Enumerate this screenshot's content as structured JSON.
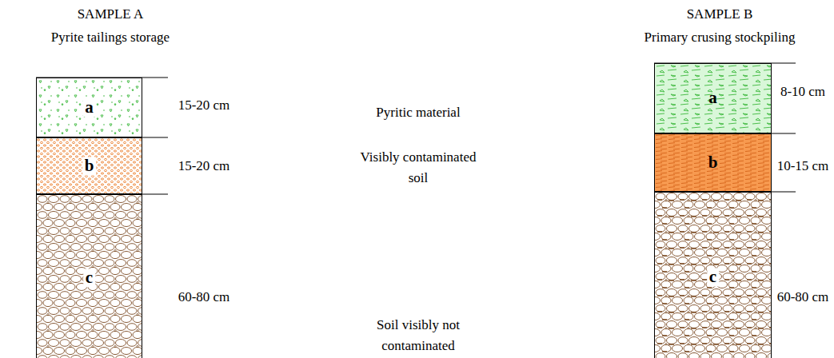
{
  "diagram": {
    "nodes": [
      {
        "text": [
          "a"
        ]
      },
      {
        "text": [
          "b"
        ]
      },
      {
        "text": [
          "c"
        ]
      },
      {
        "text": [
          "a"
        ]
      },
      {
        "text": [
          "b"
        ]
      },
      {
        "text": [
          "c"
        ]
      }
    ],
    "labels": [
      "SAMPLE A",
      "Pyrite tailings storage",
      "SAMPLE B",
      "Primary crusing stockpiling",
      "15-20 cm",
      "15-20 cm",
      "60-80 cm",
      "Pyritic material",
      "Visibly contaminated soil",
      "Soil visibly not contaminated",
      "8-10 cm",
      "10-15 cm",
      "60-80 cm"
    ]
  }
}
